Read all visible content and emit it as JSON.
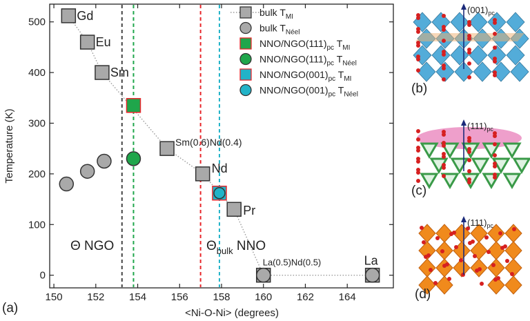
{
  "chart_data": {
    "type": "scatter",
    "xlabel": "<Ni-O-Ni> (degrees)",
    "ylabel": "Temperature (K)",
    "xlim": [
      149.8,
      166.2
    ],
    "ylim": [
      -25,
      535
    ],
    "xticks": [
      150,
      152,
      154,
      156,
      158,
      160,
      162,
      164
    ],
    "yticks": [
      0,
      100,
      200,
      300,
      400,
      500
    ],
    "grid": false,
    "legend_position": "top-right",
    "panel_label": "(a)",
    "series": [
      {
        "name": "bulk T_MI",
        "legend": {
          "main": "bulk T",
          "sub": "MI"
        },
        "marker": "square",
        "color": "#a9a9a9",
        "connect": true,
        "points": [
          {
            "x": 150.7,
            "y": 512,
            "label": "Gd"
          },
          {
            "x": 151.6,
            "y": 460,
            "label": "Eu"
          },
          {
            "x": 152.3,
            "y": 400,
            "label": "Sm"
          },
          {
            "x": 155.4,
            "y": 250,
            "label": "Sm(0.6)Nd(0.4)"
          },
          {
            "x": 157.1,
            "y": 200,
            "label": "Nd"
          },
          {
            "x": 158.6,
            "y": 130,
            "label": "Pr"
          },
          {
            "x": 160.0,
            "y": 0,
            "label": "La(0.5)Nd(0.5)"
          },
          {
            "x": 165.2,
            "y": 0,
            "label": "La"
          }
        ]
      },
      {
        "name": "bulk T_Néel",
        "legend": {
          "main": "bulk T",
          "sub": "Néel"
        },
        "marker": "circle",
        "color": "#a9a9a9",
        "points": [
          {
            "x": 150.6,
            "y": 180
          },
          {
            "x": 151.6,
            "y": 205
          },
          {
            "x": 152.4,
            "y": 225
          },
          {
            "x": 160.0,
            "y": 0
          },
          {
            "x": 165.2,
            "y": 0
          }
        ]
      },
      {
        "name": "NNO/NGO(111)pc T_MI",
        "legend": {
          "main": "NNO/NGO(111)",
          "pc": "pc",
          "t": " T",
          "sub": "MI"
        },
        "marker": "square",
        "color": "#1fa64b",
        "points": [
          {
            "x": 153.8,
            "y": 335
          }
        ]
      },
      {
        "name": "NNO/NGO(111)pc T_Néel",
        "legend": {
          "main": "NNO/NGO(111)",
          "pc": "pc",
          "t": " T",
          "sub": "Néel"
        },
        "marker": "circle",
        "color": "#1fa64b",
        "points": [
          {
            "x": 153.8,
            "y": 230
          }
        ]
      },
      {
        "name": "NNO/NGO(001)pc T_MI",
        "legend": {
          "main": "NNO/NGO(001)",
          "pc": "pc",
          "t": " T",
          "sub": "MI"
        },
        "marker": "square",
        "color": "#22b3c8",
        "points": [
          {
            "x": 157.9,
            "y": 162
          }
        ]
      },
      {
        "name": "NNO/NGO(001)pc T_Néel",
        "legend": {
          "main": "NNO/NGO(001)",
          "pc": "pc",
          "t": " T",
          "sub": "Néel"
        },
        "marker": "circle",
        "color": "#22b3c8",
        "points": [
          {
            "x": 157.9,
            "y": 162
          }
        ]
      }
    ],
    "vlines": [
      {
        "x": 153.25,
        "color": "#444444"
      },
      {
        "x": 153.8,
        "color": "#1fa64b"
      },
      {
        "x": 157.0,
        "color": "#e8262b"
      },
      {
        "x": 157.9,
        "color": "#22b3c8"
      }
    ],
    "annotations": [
      {
        "id": "theta-ngo",
        "text": "Θ NGO",
        "color": "#777777"
      },
      {
        "id": "theta-bulk",
        "text": "Θ",
        "sub": "bulk",
        "after": " NNO",
        "color": "#e8262b"
      }
    ]
  },
  "side_panels": [
    {
      "letter": "(b)",
      "direction": "(001)",
      "sub": "pc",
      "colors": {
        "main": "#4aa8d8",
        "accent": "#f0b070",
        "atom": "#d62020"
      }
    },
    {
      "letter": "(c)",
      "direction": "(111)",
      "sub": "pc",
      "colors": {
        "main": "#3a9a48",
        "accent": "#e050a0",
        "atom": "#d62020"
      }
    },
    {
      "letter": "(d)",
      "direction": "(111)",
      "sub": "pc",
      "colors": {
        "main": "#f08a1c",
        "accent": "#c06010",
        "atom": "#d62020"
      }
    }
  ]
}
